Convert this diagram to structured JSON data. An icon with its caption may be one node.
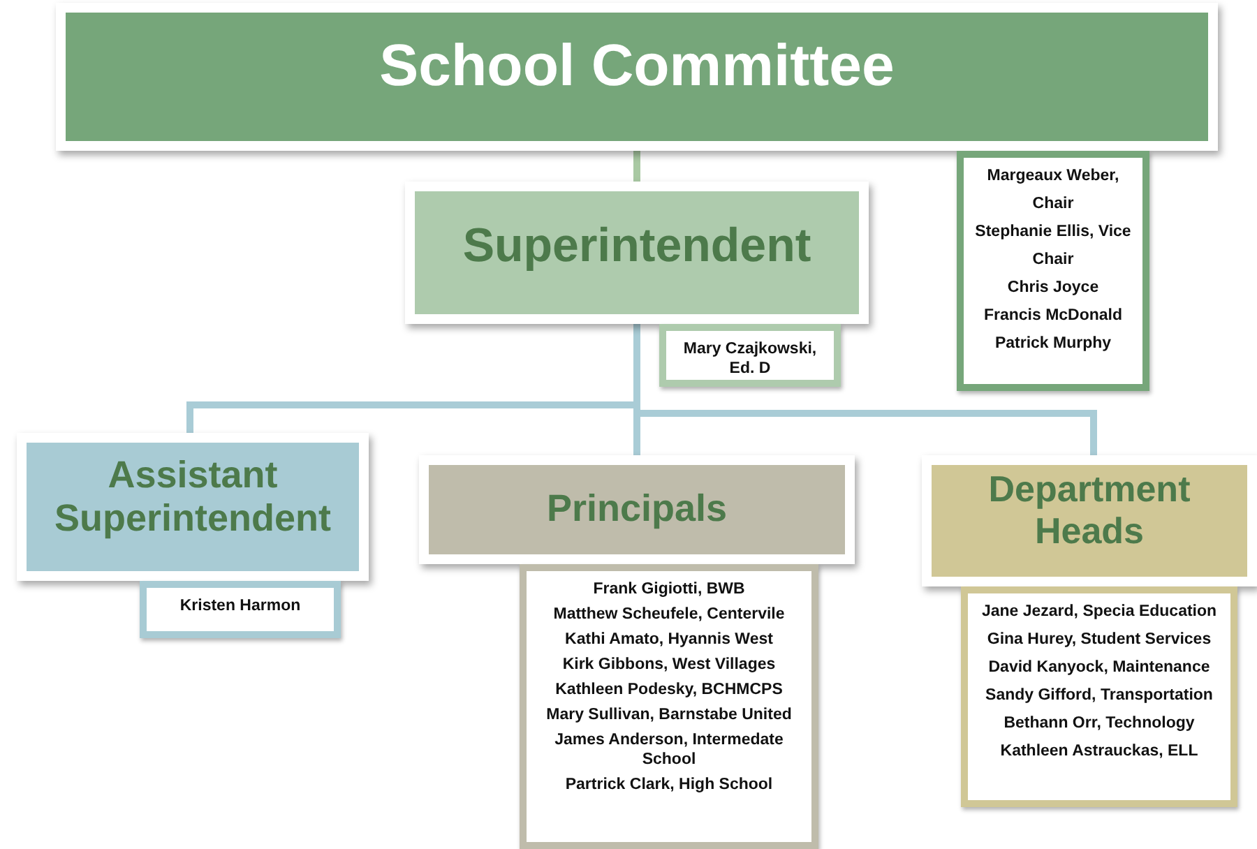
{
  "diagram": {
    "nodes": [
      {
        "text": [
          "School Committee"
        ]
      },
      {
        "text": [
          "Margeaux Weber, Chair",
          "Stephanie Ellis, Vice Chair",
          "Chris Joyce",
          "Francis McDonald",
          "Patrick Murphy"
        ]
      },
      {
        "text": [
          "Superintendent"
        ]
      },
      {
        "text": [
          "Mary Czajkowski, Ed. D"
        ]
      },
      {
        "text": [
          "Assistant Superintendent"
        ]
      },
      {
        "text": [
          "Kristen Harmon"
        ]
      },
      {
        "text": [
          "Principals"
        ]
      },
      {
        "text": [
          "Frank Gigiotti, BWB",
          "Matthew Scheufele, Centervile",
          "Kathi Amato, Hyannis West",
          "Kirk Gibbons, West Villages",
          "Kathleen Podesky, BCHMCPS",
          "Mary Sullivan, Barnstabe United",
          "James Anderson, Intermedate School",
          "Partrick Clark, High School"
        ]
      },
      {
        "text": [
          "Department Heads"
        ]
      },
      {
        "text": [
          "Jane Jezard, Specia Education",
          "Gina Hurey, Student Services",
          "David Kanyock, Maintenance",
          "Sandy Gifford, Transportation",
          "Bethann Orr, Technology",
          "Kathleen Astrauckas, ELL"
        ]
      }
    ],
    "edges": [
      {
        "from": 0,
        "to": 2,
        "arrow": "none",
        "color": "#a9c9a3"
      },
      {
        "from": 2,
        "to": 4,
        "arrow": "none"
      },
      {
        "from": 2,
        "to": 6,
        "arrow": "none"
      },
      {
        "from": 2,
        "to": 8,
        "arrow": "none"
      }
    ]
  }
}
